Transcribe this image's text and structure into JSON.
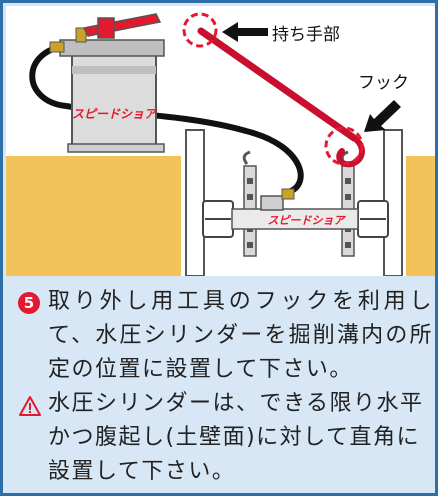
{
  "labels": {
    "handle": "持ち手部",
    "hook": "フック",
    "brand_pump": "スピードショア",
    "brand_cylinder": "スピードショア"
  },
  "step": {
    "number": "5",
    "text": "取り外し用工具のフックを利用して、水圧シリンダーを掘削溝内の所定の位置に設置して下さい。"
  },
  "warning": {
    "icon": "warning-triangle-icon",
    "text": "水圧シリンダーは、できる限り水平かつ腹起し(土壁面)に対して直角に設置して下さい。"
  },
  "colors": {
    "border": "#2f6fa8",
    "panel": "#d8e7f5",
    "soil": "#f2c35a",
    "red": "#e4182e",
    "tool": "#c8102e"
  }
}
